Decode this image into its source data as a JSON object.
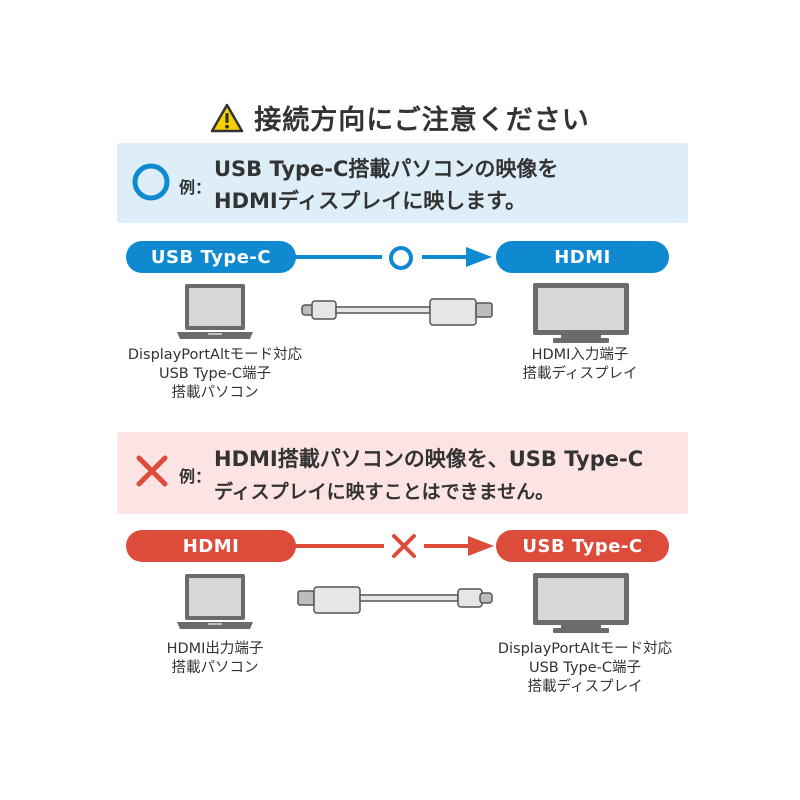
{
  "title": "接続方向にご注意ください",
  "colors": {
    "blue": "#0f8ad0",
    "red": "#dd4c3b",
    "ok_bg": "#deeef8",
    "ng_bg": "#fbe4e3",
    "warning_yellow": "#f6d100"
  },
  "ok_example": {
    "mark": "circle-ok",
    "label": "例：",
    "line1": "USB Type-C搭載パソコンの映像を",
    "line2": "HDMIディスプレイに映します。",
    "source_pill": "USB Type-C",
    "target_pill": "HDMI",
    "source_caption": [
      "DisplayPortAltモード対応",
      "USB Type-C端子",
      "搭載パソコン"
    ],
    "target_caption": [
      "HDMI入力端子",
      "搭載ディスプレイ"
    ]
  },
  "ng_example": {
    "mark": "cross-ng",
    "label": "例：",
    "line1": "HDMI搭載パソコンの映像を、USB Type-C",
    "line2": "ディスプレイに映すことはできません。",
    "source_pill": "HDMI",
    "target_pill": "USB Type-C",
    "source_caption": [
      "HDMI出力端子",
      "搭載パソコン"
    ],
    "target_caption": [
      "DisplayPortAltモード対応",
      "USB Type-C端子",
      "搭載ディスプレイ"
    ]
  }
}
